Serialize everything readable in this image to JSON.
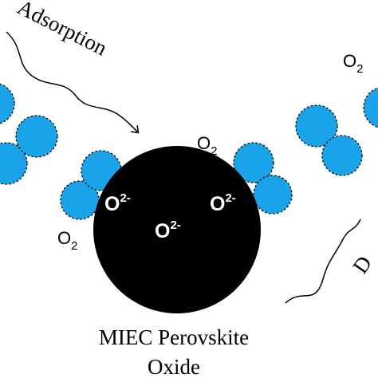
{
  "diagram": {
    "labels": {
      "adsorption": "Adsorption",
      "desorption_partial": "D",
      "o2_left": "O",
      "o2_left_sub": "2",
      "o2_center": "O",
      "o2_center_sub": "2",
      "o2_right": "O",
      "o2_right_sub": "2",
      "oxide_ion_left": "O",
      "oxide_ion_left_sup": "2-",
      "oxide_ion_center": "O",
      "oxide_ion_center_sup": "2-",
      "oxide_ion_right": "O",
      "oxide_ion_right_sup": "2-",
      "caption_line1": "MIEC Perovskite",
      "caption_line2": "Oxide"
    },
    "colors": {
      "oxygen_atom": "#1aa3e8",
      "particle": "#000000",
      "text_dark": "#000000",
      "text_light": "#ffffff"
    }
  }
}
